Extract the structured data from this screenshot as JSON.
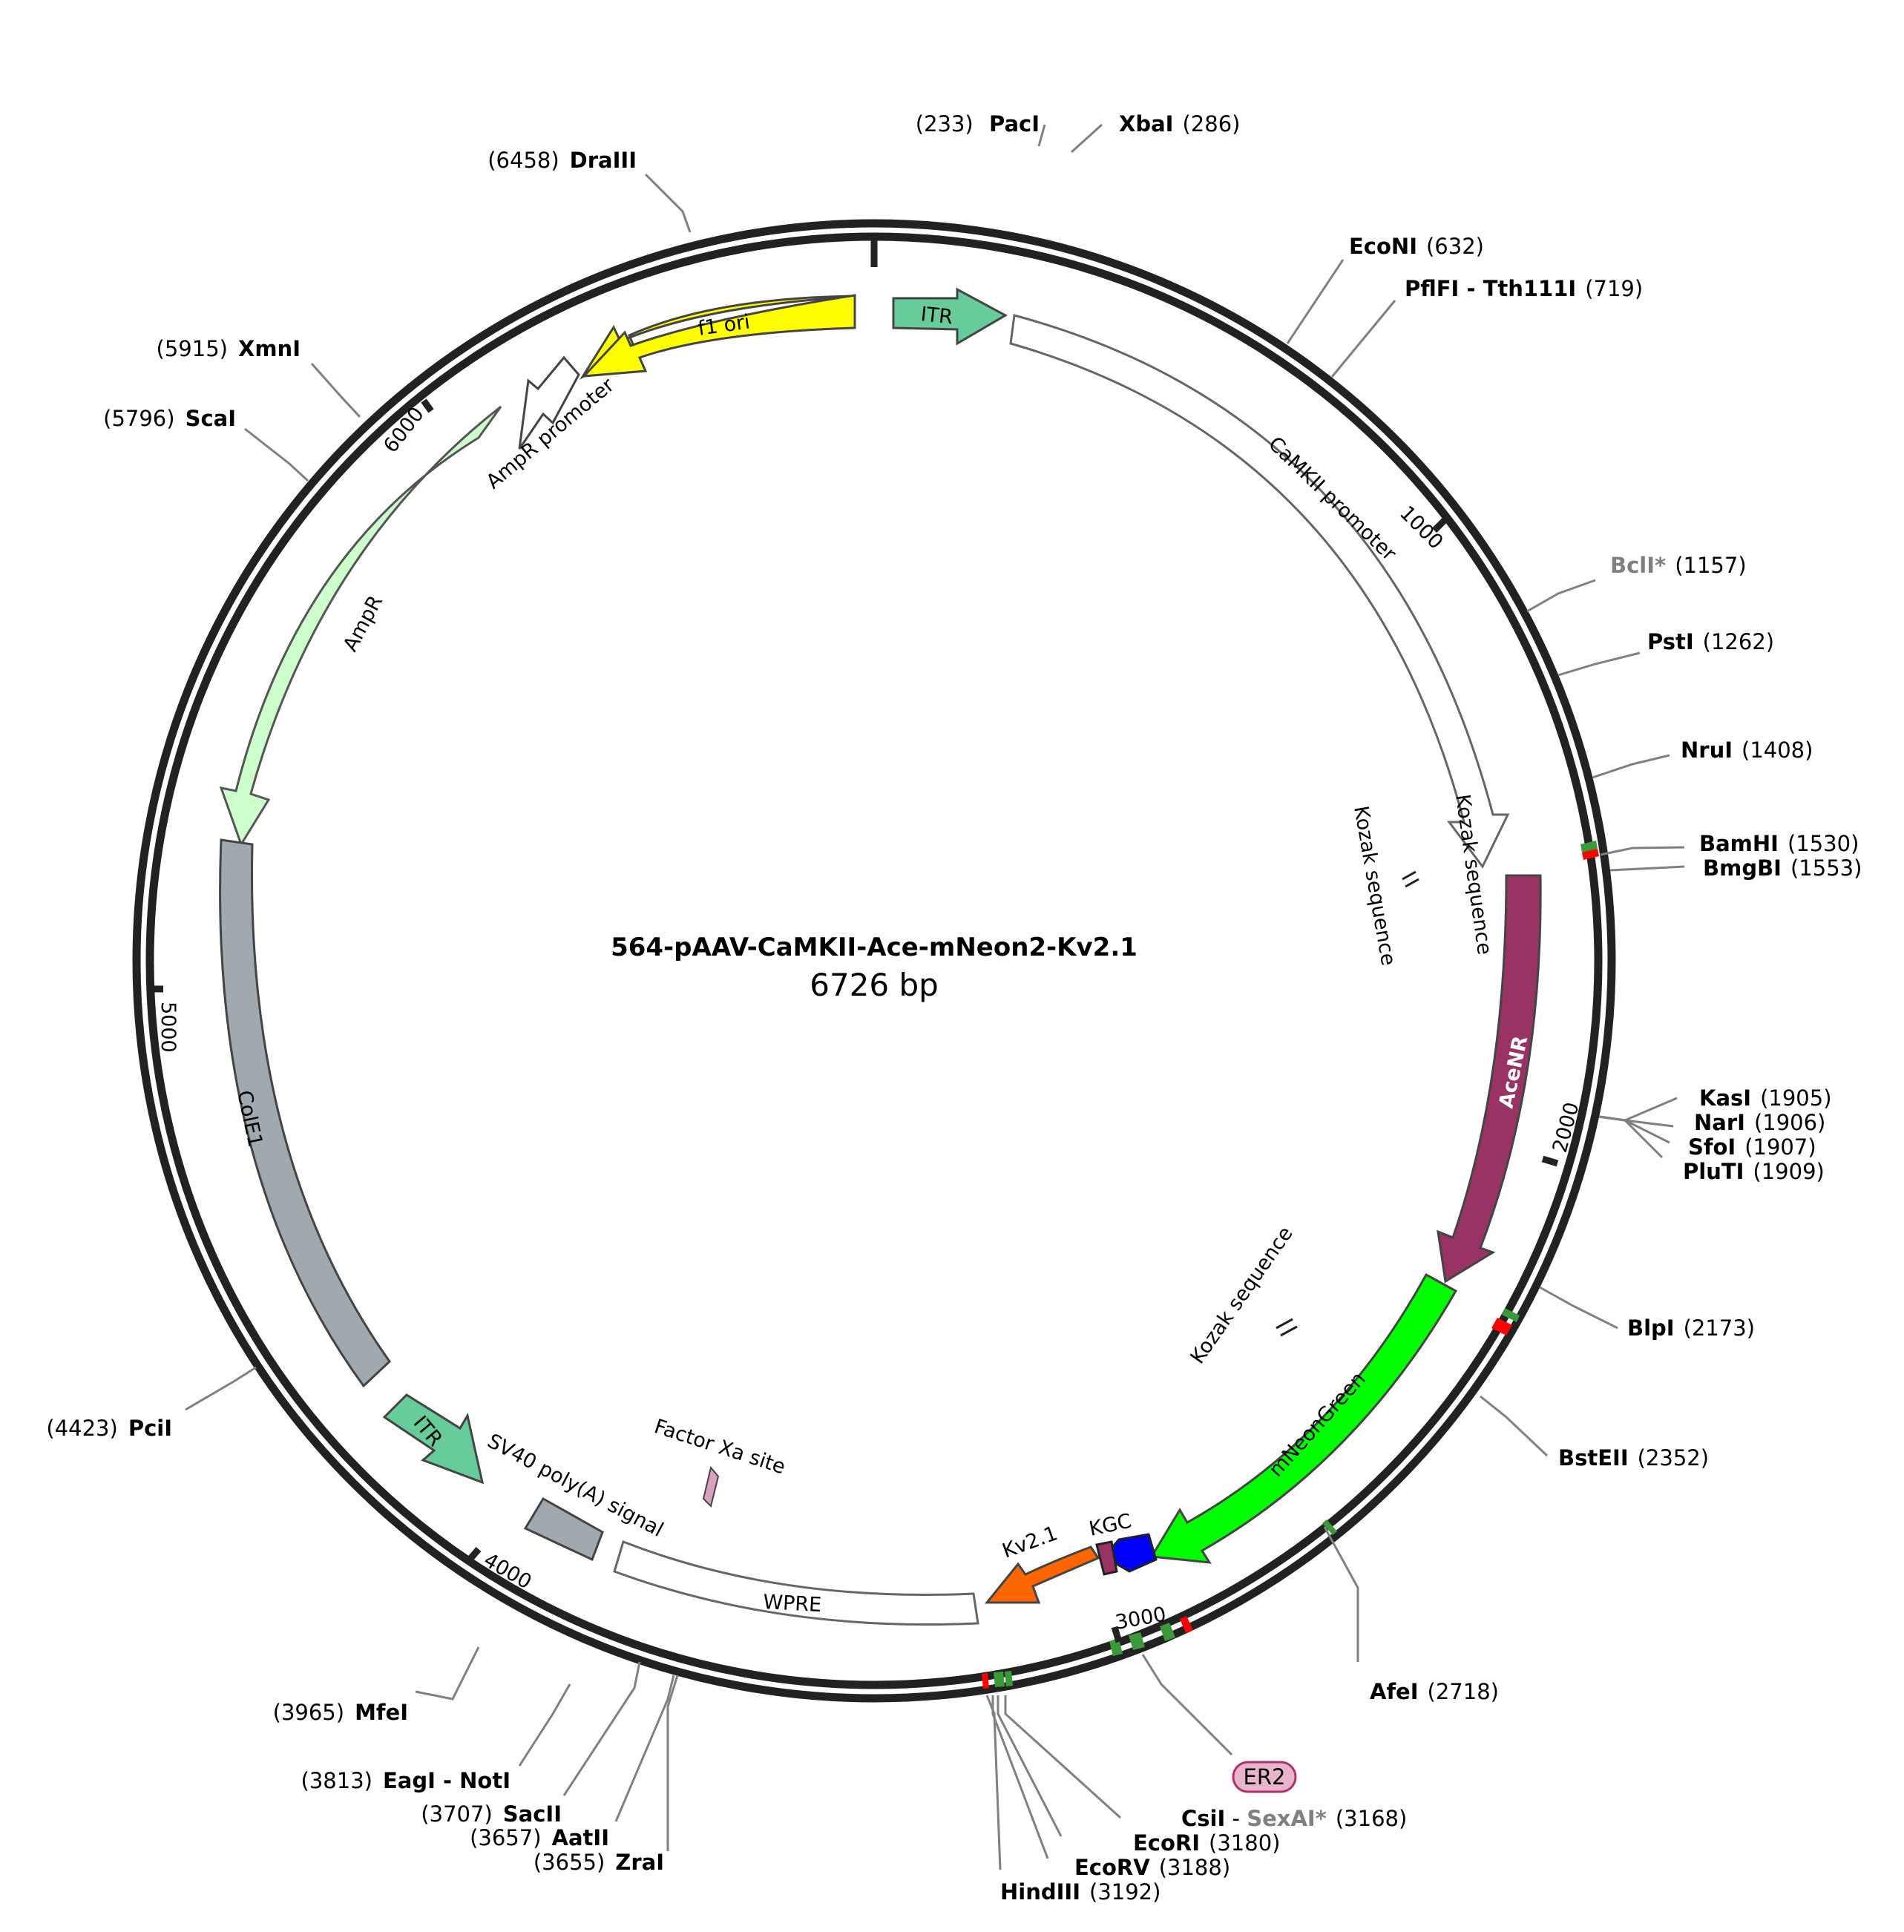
{
  "plasmid": {
    "name": "564-pAAV-CaMKII-Ace-mNeon2-Kv2.1",
    "size_label": "6726 bp",
    "length_bp": 6726
  },
  "ticks": [
    "1000",
    "2000",
    "3000",
    "4000",
    "5000",
    "6000"
  ],
  "features": [
    {
      "label": "f1 ori",
      "color": "#ffff00"
    },
    {
      "label": "ITR",
      "color": "#66cc99"
    },
    {
      "label": "CaMKII promoter",
      "color": "#ffffff"
    },
    {
      "label": "AmpR promoter",
      "color": "#ffffff"
    },
    {
      "label": "AmpR",
      "color": "#ccffcc"
    },
    {
      "label": "ColE1",
      "color": "#a0a8b0"
    },
    {
      "label": "ITR",
      "color": "#66cc99"
    },
    {
      "label": "SV40 poly(A) signal",
      "color": "#a0a8b0"
    },
    {
      "label": "WPRE",
      "color": "#ffffff"
    },
    {
      "label": "Factor Xa site",
      "color": "#d9a0c0"
    },
    {
      "label": "Kozak sequence",
      "color": "#ffffff"
    },
    {
      "label": "Kozak sequence",
      "color": "#ffffff"
    },
    {
      "label": "AceNR",
      "color": "#993366"
    },
    {
      "label": "Kozak sequence",
      "color": "#ffffff"
    },
    {
      "label": "mNeonGreen",
      "color": "#00ff00"
    },
    {
      "label": "KGC",
      "color": "#0000ff"
    },
    {
      "label": "Kv2.1",
      "color": "#ff6600"
    }
  ],
  "sites": [
    {
      "name": "PacI",
      "pos": "(233)"
    },
    {
      "name": "XbaI",
      "pos": "(286)"
    },
    {
      "name": "DraIII",
      "pos": "(6458)"
    },
    {
      "name": "EcoNI",
      "pos": "(632)"
    },
    {
      "name": "PflFI - Tth111I",
      "pos": "(719)"
    },
    {
      "name": "XmnI",
      "pos": "(5915)"
    },
    {
      "name": "ScaI",
      "pos": "(5796)"
    },
    {
      "name": "BclI*",
      "pos": "(1157)"
    },
    {
      "name": "PstI",
      "pos": "(1262)"
    },
    {
      "name": "NruI",
      "pos": "(1408)"
    },
    {
      "name": "BamHI",
      "pos": "(1530)"
    },
    {
      "name": "BmgBI",
      "pos": "(1553)"
    },
    {
      "name": "KasI",
      "pos": "(1905)"
    },
    {
      "name": "NarI",
      "pos": "(1906)"
    },
    {
      "name": "SfoI",
      "pos": "(1907)"
    },
    {
      "name": "PluTI",
      "pos": "(1909)"
    },
    {
      "name": "BlpI",
      "pos": "(2173)"
    },
    {
      "name": "BstEII",
      "pos": "(2352)"
    },
    {
      "name": "PciI",
      "pos": "(4423)"
    },
    {
      "name": "AfeI",
      "pos": "(2718)"
    },
    {
      "name": "MfeI",
      "pos": "(3965)"
    },
    {
      "name": "EagI - NotI",
      "pos": "(3813)"
    },
    {
      "name": "SacII",
      "pos": "(3707)"
    },
    {
      "name": "AatII",
      "pos": "(3657)"
    },
    {
      "name": "ZraI",
      "pos": "(3655)"
    },
    {
      "name": "CsiI",
      "pos": "",
      "sep": " - ",
      "name2": "SexAI*",
      "pos2": "(3168)"
    },
    {
      "name": "EcoRI",
      "pos": "(3180)"
    },
    {
      "name": "EcoRV",
      "pos": "(3188)"
    },
    {
      "name": "HindIII",
      "pos": "(3192)"
    }
  ],
  "enzyme_badge": "ER2",
  "colors": {
    "backbone": "#222222",
    "leader": "#808080",
    "site_mark_green": "#3a9a3a",
    "site_mark_red": "#ff0000",
    "badge_fill": "#e8b4cc",
    "badge_stroke": "#b03070"
  }
}
